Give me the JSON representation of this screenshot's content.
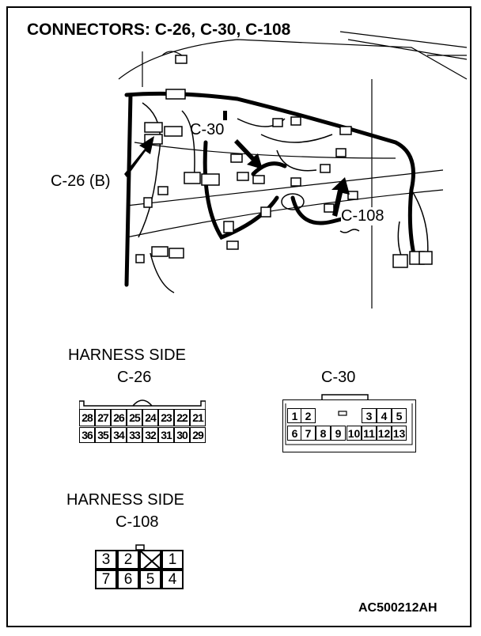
{
  "title": "CONNECTORS: C-26, C-30, C-108",
  "callouts": {
    "c26": "C-26 (B)",
    "c30": "C-30",
    "c108": "C-108"
  },
  "c26": {
    "side_label": "HARNESS SIDE",
    "name": "C-26",
    "row1": [
      "28",
      "27",
      "26",
      "25",
      "24",
      "23",
      "22",
      "21"
    ],
    "row2": [
      "36",
      "35",
      "34",
      "33",
      "32",
      "31",
      "30",
      "29"
    ]
  },
  "c30": {
    "name": "C-30",
    "row1": [
      "1",
      "2",
      "",
      "",
      "",
      "3",
      "4",
      "5"
    ],
    "row2": [
      "6",
      "7",
      "8",
      "9",
      "10",
      "11",
      "12",
      "13"
    ]
  },
  "c108": {
    "side_label": "HARNESS SIDE",
    "name": "C-108",
    "row1": [
      "3",
      "2",
      "",
      "1"
    ],
    "row2": [
      "7",
      "6",
      "5",
      "4"
    ]
  },
  "figure_code": "AC500212AH"
}
